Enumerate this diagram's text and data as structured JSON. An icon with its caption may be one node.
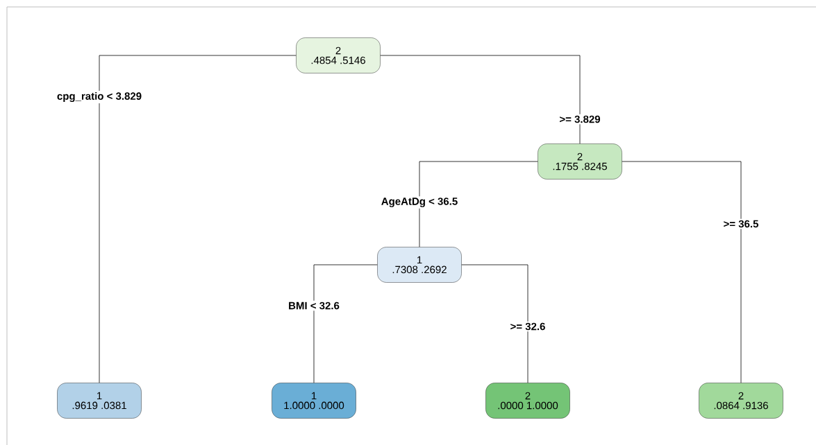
{
  "diagram": {
    "nodes": [
      {
        "text": [
          "2",
          ".4854  .5146"
        ]
      },
      {
        "text": [
          "2",
          ".1755  .8245"
        ]
      },
      {
        "text": [
          "1",
          ".7308  .2692"
        ]
      },
      {
        "text": [
          "1",
          ".9619  .0381"
        ]
      },
      {
        "text": [
          "1",
          "1.0000  .0000"
        ]
      },
      {
        "text": [
          "2",
          ".0000  1.0000"
        ]
      },
      {
        "text": [
          "2",
          ".0864  .9136"
        ]
      }
    ],
    "edges": [
      {
        "from": 0,
        "to": 3,
        "arrow": "none",
        "label": "cpg_ratio < 3.829"
      },
      {
        "from": 0,
        "to": 1,
        "arrow": "none",
        "label": ">= 3.829"
      },
      {
        "from": 1,
        "to": 2,
        "arrow": "none",
        "label": "AgeAtDg < 36.5"
      },
      {
        "from": 1,
        "to": 6,
        "arrow": "none",
        "label": ">= 36.5"
      },
      {
        "from": 2,
        "to": 4,
        "arrow": "none",
        "label": "BMI < 32.6"
      },
      {
        "from": 2,
        "to": 5,
        "arrow": "none",
        "label": ">= 32.6"
      }
    ]
  }
}
